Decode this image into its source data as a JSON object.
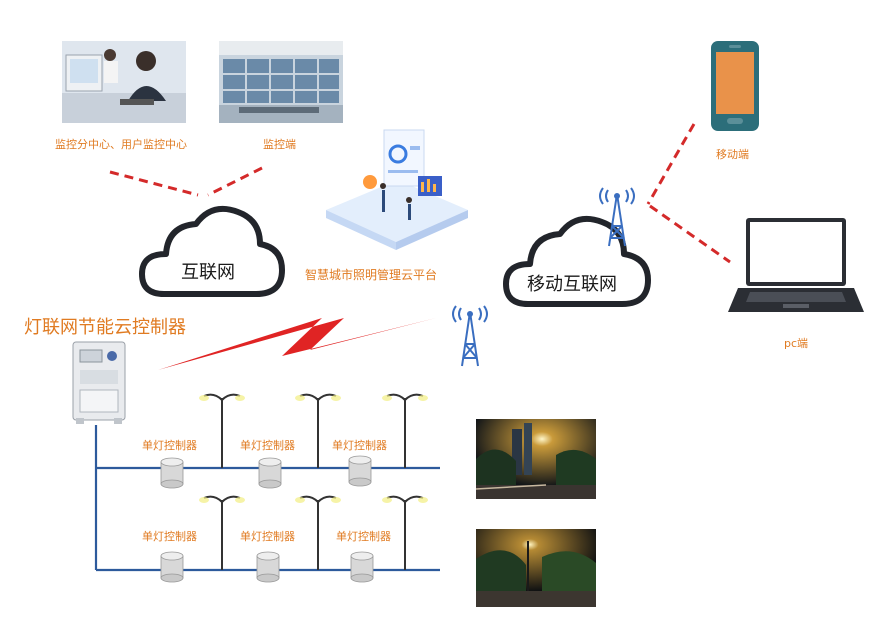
{
  "labels": {
    "monitor_center": "监控分中心、用户监控中心",
    "monitor_end": "监控端",
    "mobile_end": "移动端",
    "pc_end": "pc端",
    "platform": "智慧城市照明管理云平台",
    "internet": "互联网",
    "mobile_internet": "移动互联网",
    "controller_title": "灯联网节能云控制器",
    "single_controller": "单灯控制器"
  },
  "colors": {
    "accent": "#e07b22",
    "dashed": "#d42a2a",
    "bus": "#2d5a9c",
    "cloud_stroke": "#22252b",
    "phone": "#2c6e7a",
    "phone_screen": "#e9924a"
  }
}
